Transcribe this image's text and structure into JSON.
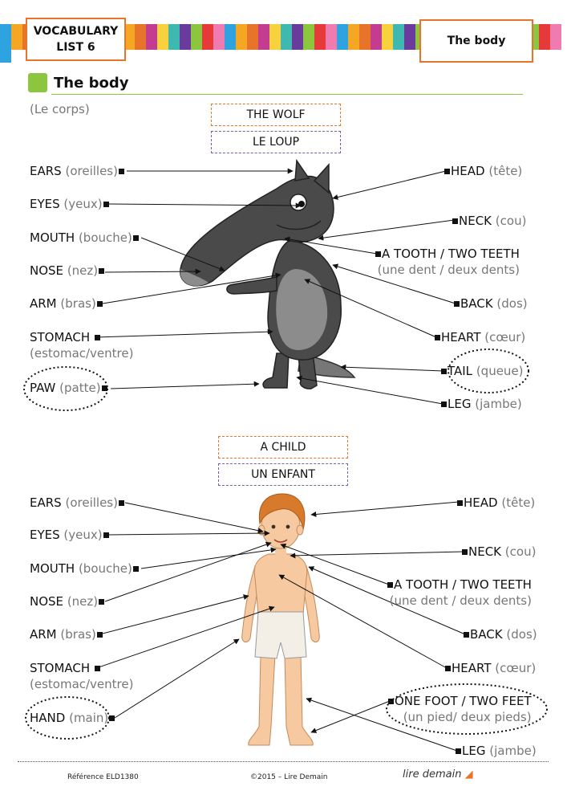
{
  "header": {
    "left_title_line1": "VOCABULARY",
    "left_title_line2": "LIST 6",
    "right_title": "The body"
  },
  "section": {
    "title": "The body",
    "subtitle": "(Le corps)"
  },
  "wolf": {
    "title_en": "THE WOLF",
    "title_fr": "LE LOUP",
    "left_labels": [
      {
        "en": "EARS",
        "fr": "(oreilles)"
      },
      {
        "en": "EYES",
        "fr": "(yeux)"
      },
      {
        "en": "MOUTH",
        "fr": "(bouche)"
      },
      {
        "en": "NOSE",
        "fr": "(nez)"
      },
      {
        "en": "ARM",
        "fr": "(bras)"
      },
      {
        "en": "STOMACH",
        "fr": "(estomac/ventre)"
      },
      {
        "en": "PAW",
        "fr": "(patte)"
      }
    ],
    "right_labels": [
      {
        "en": "HEAD",
        "fr": "(tête)"
      },
      {
        "en": "NECK",
        "fr": "(cou)"
      },
      {
        "en": "A TOOTH / TWO TEETH",
        "fr": "(une dent / deux dents)"
      },
      {
        "en": "BACK",
        "fr": "(dos)"
      },
      {
        "en": "HEART",
        "fr": "(cœur)"
      },
      {
        "en": "TAIL",
        "fr": "(queue)"
      },
      {
        "en": "LEG",
        "fr": "(jambe)"
      }
    ]
  },
  "child": {
    "title_en": "A CHILD",
    "title_fr": "UN ENFANT",
    "left_labels": [
      {
        "en": "EARS",
        "fr": "(oreilles)"
      },
      {
        "en": "EYES",
        "fr": "(yeux)"
      },
      {
        "en": "MOUTH",
        "fr": "(bouche)"
      },
      {
        "en": "NOSE",
        "fr": "(nez)"
      },
      {
        "en": "ARM",
        "fr": "(bras)"
      },
      {
        "en": "STOMACH",
        "fr": "(estomac/ventre)"
      },
      {
        "en": "HAND",
        "fr": "(main)"
      }
    ],
    "right_labels": [
      {
        "en": "HEAD",
        "fr": "(tête)"
      },
      {
        "en": "NECK",
        "fr": "(cou)"
      },
      {
        "en": "A TOOTH / TWO TEETH",
        "fr": "(une dent / deux dents)"
      },
      {
        "en": "BACK",
        "fr": "(dos)"
      },
      {
        "en": "HEART",
        "fr": "(cœur)"
      },
      {
        "en": "ONE FOOT / TWO FEET",
        "fr": "(un pied/ deux pieds)"
      },
      {
        "en": "LEG",
        "fr": "(jambe)"
      }
    ]
  },
  "footer": {
    "reference": "Référence ELD1380",
    "copyright": "©2015 – Lire Demain",
    "logo": "lire demain"
  },
  "colors": {
    "accent_orange": "#e8732a",
    "accent_purple": "#7b5ea7",
    "section_green": "#8cc63f",
    "french_gray": "#777777"
  }
}
